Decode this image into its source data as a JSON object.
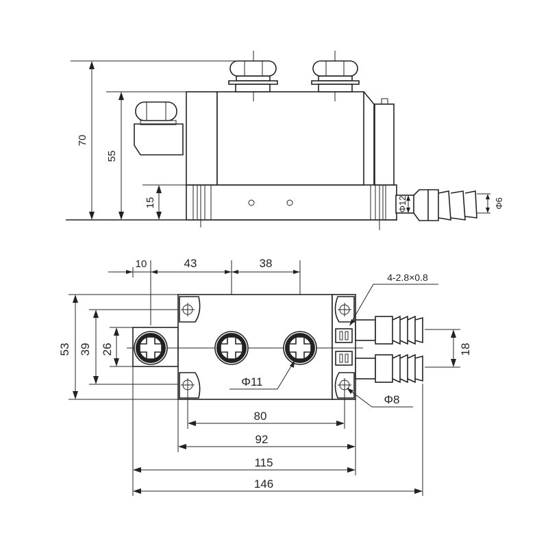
{
  "side_view": {
    "dim_total_height": "70",
    "dim_body_height": "55",
    "dim_base_height": "15",
    "dim_tube_outer": "Φ12",
    "dim_tube_inner": "Φ6"
  },
  "top_view": {
    "dim_edge_to_terminal": "10",
    "dim_terminal_pitch_1": "43",
    "dim_terminal_pitch_2": "38",
    "dim_overall_width": "53",
    "dim_hole_spacing": "39",
    "dim_flange_width": "26",
    "dim_terminal_dia": "Φ11",
    "dim_connector_spec": "4-2.8×0.8",
    "dim_tube_spacing": "18",
    "dim_hole_dia": "Φ8",
    "dim_hole_pitch": "80",
    "dim_base_length": "92",
    "dim_length_115": "115",
    "dim_overall_length": "146"
  },
  "colors": {
    "line": "#222222",
    "background": "#ffffff"
  }
}
